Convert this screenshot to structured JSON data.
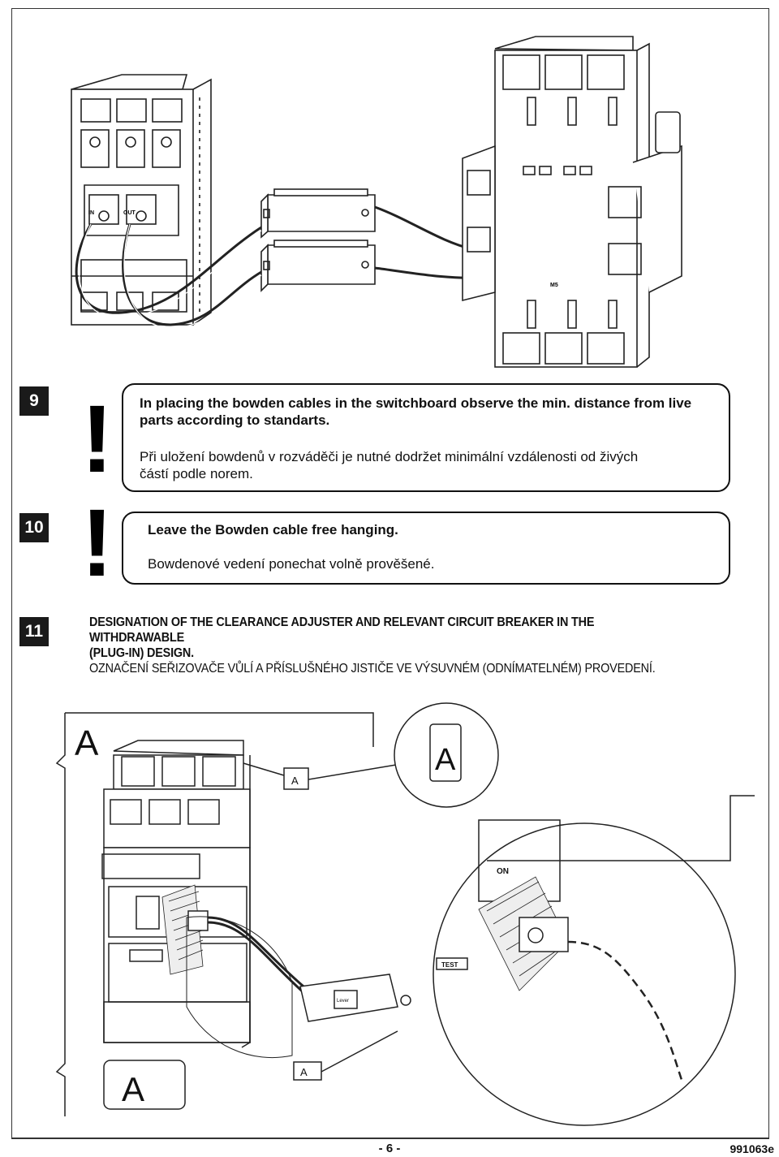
{
  "steps": [
    {
      "number": "9",
      "text_en": "In placing the bowden cables in the switchboard observe the min. distance from live parts according to standarts.",
      "text_cz": "Při uložení bowdenů v rozváděči je nutné dodržet minimální vzdálenosti od živých částí podle norem.",
      "warning_mark": "!"
    },
    {
      "number": "10",
      "text_en": "Leave the Bowden cable free hanging.",
      "text_cz": "Bowdenové vedení ponechat volně prověšené.",
      "warning_mark": "!"
    },
    {
      "number": "11",
      "text_en_line1": "DESIGNATION OF THE CLEARANCE ADJUSTER AND RELEVANT CIRCUIT BREAKER IN THE WITHDRAWABLE",
      "text_en_line2": "(PLUG-IN) DESIGN.",
      "text_cz": "OZNAČENÍ SEŘIZOVAČE VŮLÍ A PŘÍSLUŠNÉHO JISTIČE VE VÝSUVNÉM (ODNÍMATELNÉM) PROVEDENÍ."
    }
  ],
  "figure_top": {
    "labels": {
      "in": "IN",
      "out": "OUT",
      "base_mark": "M5"
    }
  },
  "figure_bottom": {
    "labels": {
      "designation_letter": "A",
      "on": "ON",
      "test": "TEST",
      "adjuster_text": "Lever"
    }
  },
  "footer": {
    "page_number": "- 6 -",
    "document_number": "991063e"
  }
}
